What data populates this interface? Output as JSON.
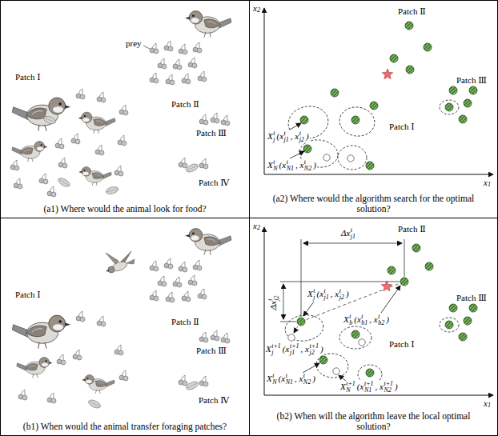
{
  "diagram": {
    "nodes": [
      {
        "text": [
          "(a1) Where would the animal look for food?"
        ]
      },
      {
        "text": [
          "(a2) Where would the algorithm search for the optimal solution?"
        ]
      },
      {
        "text": [
          "(b1) When would the animal transfer foraging patches?"
        ]
      },
      {
        "text": [
          "(b2) When will the algorithm leave the local optimal solution?"
        ]
      }
    ],
    "labels": [
      "Patch Ⅰ",
      "prey",
      "Patch Ⅱ",
      "Patch Ⅲ",
      "Patch Ⅳ",
      "x",
      "2",
      "x",
      "1",
      "Patch Ⅱ",
      "Patch Ⅲ",
      "Patch Ⅰ",
      "X",
      "t",
      "j",
      "(x",
      "t",
      "j1",
      ", x",
      "t",
      "j2",
      ")",
      "X",
      "t",
      "N",
      "(x",
      "t",
      "N1",
      ", x",
      "t",
      "N2",
      ")",
      "Patch Ⅰ",
      "Patch Ⅱ",
      "Patch Ⅲ",
      "Patch Ⅳ",
      "x",
      "2",
      "x",
      "1",
      "Patch Ⅱ",
      "Patch Ⅲ",
      "Patch Ⅰ",
      "Δx",
      "t",
      "j1",
      "Δx",
      "t",
      "j2",
      "X",
      "t",
      "j",
      "(x",
      "t",
      "j1",
      ", x",
      "t",
      "j2",
      ")",
      "X",
      "t",
      "b",
      "(x",
      "t",
      "b1",
      ", x",
      "t",
      "b2",
      ")",
      "X",
      "t+1",
      "j",
      "(x",
      "t+1",
      "j1",
      ", x",
      "t+1",
      "j2",
      ")",
      "X",
      "t",
      "N",
      "(x",
      "t",
      "N1",
      ", x",
      "t",
      "N2",
      ")",
      "X",
      "t+1",
      "N",
      "(x",
      "t+1",
      "N1",
      ", x",
      "t+1",
      "N2",
      ")"
    ]
  }
}
